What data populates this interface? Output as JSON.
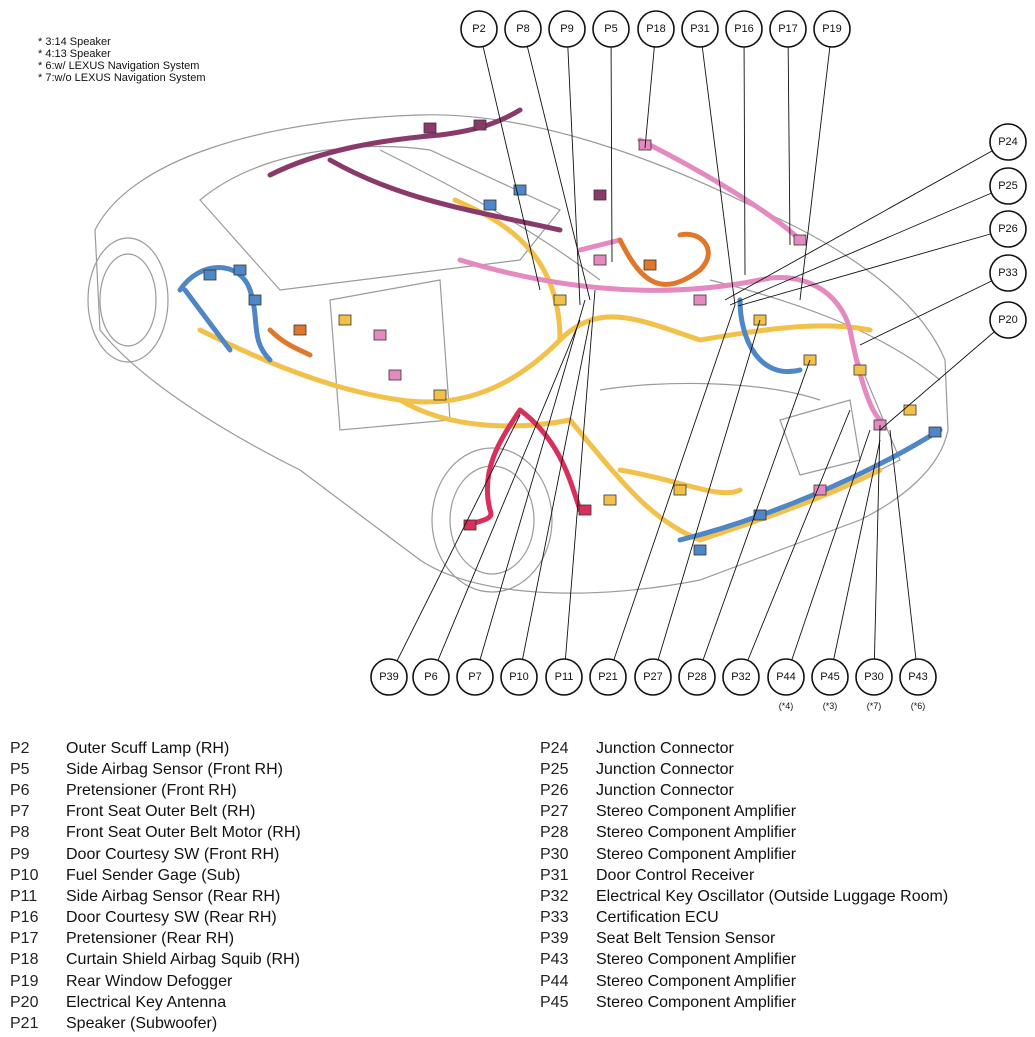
{
  "notes": [
    "* 3:14 Speaker",
    "* 4:13 Speaker",
    "* 6:w/ LEXUS Navigation System",
    "* 7:w/o LEXUS Navigation System"
  ],
  "callouts_top": [
    "P2",
    "P8",
    "P9",
    "P5",
    "P18",
    "P31",
    "P16",
    "P17",
    "P19"
  ],
  "callouts_right": [
    "P24",
    "P25",
    "P26",
    "P33",
    "P20"
  ],
  "callouts_bottom": [
    {
      "label": "P39",
      "note": ""
    },
    {
      "label": "P6",
      "note": ""
    },
    {
      "label": "P7",
      "note": ""
    },
    {
      "label": "P10",
      "note": ""
    },
    {
      "label": "P11",
      "note": ""
    },
    {
      "label": "P21",
      "note": ""
    },
    {
      "label": "P27",
      "note": ""
    },
    {
      "label": "P28",
      "note": ""
    },
    {
      "label": "P32",
      "note": ""
    },
    {
      "label": "P44",
      "note": "(*4)"
    },
    {
      "label": "P45",
      "note": "(*3)"
    },
    {
      "label": "P30",
      "note": "(*7)"
    },
    {
      "label": "P43",
      "note": "(*6)"
    }
  ],
  "legend_left": [
    {
      "code": "P2",
      "name": "Outer Scuff Lamp (RH)"
    },
    {
      "code": "P5",
      "name": "Side Airbag Sensor (Front RH)"
    },
    {
      "code": "P6",
      "name": "Pretensioner (Front RH)"
    },
    {
      "code": "P7",
      "name": "Front Seat Outer Belt (RH)"
    },
    {
      "code": "P8",
      "name": "Front Seat Outer Belt Motor (RH)"
    },
    {
      "code": "P9",
      "name": "Door Courtesy SW (Front RH)"
    },
    {
      "code": "P10",
      "name": "Fuel Sender Gage (Sub)"
    },
    {
      "code": "P11",
      "name": "Side Airbag Sensor (Rear RH)"
    },
    {
      "code": "P16",
      "name": "Door Courtesy SW (Rear RH)"
    },
    {
      "code": "P17",
      "name": "Pretensioner (Rear RH)"
    },
    {
      "code": "P18",
      "name": "Curtain Shield Airbag Squib (RH)"
    },
    {
      "code": "P19",
      "name": "Rear Window Defogger"
    },
    {
      "code": "P20",
      "name": "Electrical Key Antenna"
    },
    {
      "code": "P21",
      "name": "Speaker (Subwoofer)"
    }
  ],
  "legend_right": [
    {
      "code": "P24",
      "name": "Junction Connector"
    },
    {
      "code": "P25",
      "name": "Junction Connector"
    },
    {
      "code": "P26",
      "name": "Junction Connector"
    },
    {
      "code": "P27",
      "name": "Stereo Component Amplifier"
    },
    {
      "code": "P28",
      "name": "Stereo Component Amplifier"
    },
    {
      "code": "P30",
      "name": "Stereo Component Amplifier"
    },
    {
      "code": "P31",
      "name": "Door Control Receiver"
    },
    {
      "code": "P32",
      "name": "Electrical Key Oscillator (Outside Luggage Room)"
    },
    {
      "code": "P33",
      "name": "Certification ECU"
    },
    {
      "code": "P39",
      "name": "Seat Belt Tension Sensor"
    },
    {
      "code": "P43",
      "name": "Stereo Component Amplifier"
    },
    {
      "code": "P44",
      "name": "Stereo Component Amplifier"
    },
    {
      "code": "P45",
      "name": "Stereo Component Amplifier"
    }
  ],
  "harness_colors": {
    "body": "#f2c14a",
    "roof": "#8a3a6a",
    "pink": "#e58ac0",
    "blue": "#4f86c6",
    "orange": "#e0782b",
    "red": "#d8305a",
    "floor": "#6a8fc4"
  }
}
